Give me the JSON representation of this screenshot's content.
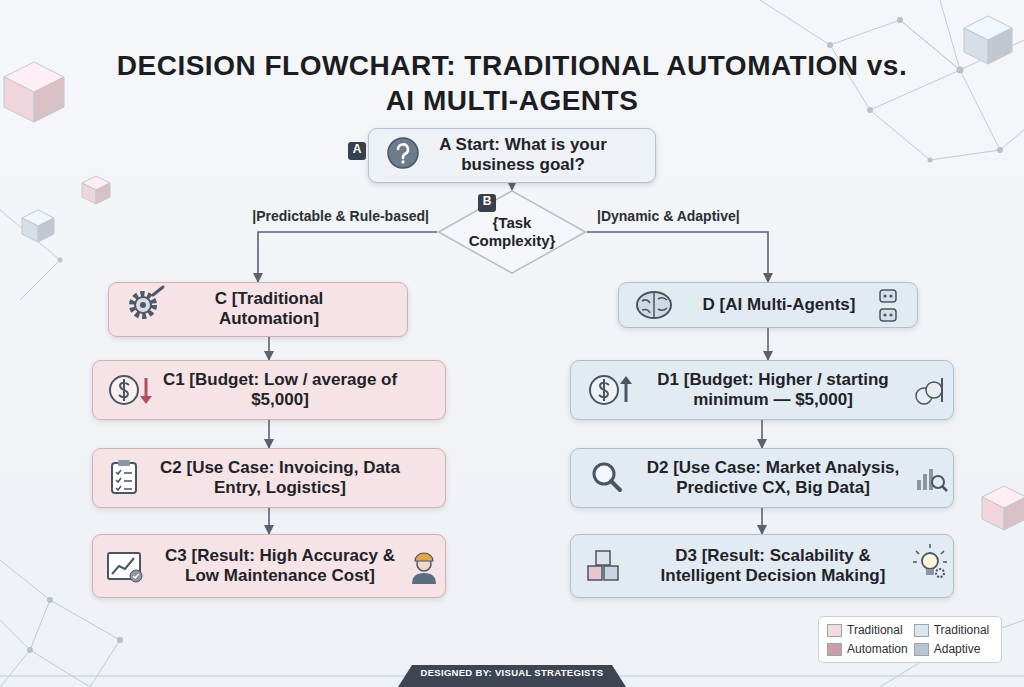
{
  "diagram": {
    "title": "DECISION FLOWCHART: TRADITIONAL AUTOMATION vs. AI MULTI-AGENTS",
    "nodes": [
      {
        "text": [
          "A Start: What is your business goal?"
        ]
      },
      {
        "text": [
          "{Task Complexity}"
        ]
      },
      {
        "text": [
          "C [Traditional Automation]"
        ]
      },
      {
        "text": [
          "D [AI Multi-Agents]"
        ]
      },
      {
        "text": [
          "C1 [Budget: Low / average of $5,000]"
        ]
      },
      {
        "text": [
          "D1 [Budget: Higher / starting minimum — $5,000]"
        ]
      },
      {
        "text": [
          "C2 [Use Case: Invoicing, Data Entry, Logistics]"
        ]
      },
      {
        "text": [
          "D2 [Use Case: Market Analysis, Predictive CX, Big Data]"
        ]
      },
      {
        "text": [
          "C3 [Result: High Accuracy & Low Maintenance Cost]"
        ]
      },
      {
        "text": [
          "D3 [Result: Scalability & Intelligent Decision Making]"
        ]
      }
    ],
    "edges": [
      {
        "from": 0,
        "to": 1,
        "arrow": "to"
      },
      {
        "from": 1,
        "to": 2,
        "label": "|Predictable & Rule-based|",
        "arrow": "to"
      },
      {
        "from": 1,
        "to": 3,
        "label": "|Dynamic & Adaptive|",
        "arrow": "to"
      },
      {
        "from": 2,
        "to": 4,
        "arrow": "to"
      },
      {
        "from": 4,
        "to": 6,
        "arrow": "to"
      },
      {
        "from": 6,
        "to": 8,
        "arrow": "to"
      },
      {
        "from": 3,
        "to": 5,
        "arrow": "to"
      },
      {
        "from": 5,
        "to": 7,
        "arrow": "to"
      },
      {
        "from": 7,
        "to": 9,
        "arrow": "to"
      }
    ],
    "labels": [
      "A",
      "B",
      "DESIGNED BY: VISUAL STRATEGISTS"
    ],
    "legend": [
      {
        "text": "Traditional",
        "color": "#f3dcdf"
      },
      {
        "text": "Traditional",
        "color": "#dce6ef"
      },
      {
        "text": "Automation",
        "color": "#c99ea5"
      },
      {
        "text": "Adaptive",
        "color": "#b7c5d2"
      }
    ]
  }
}
